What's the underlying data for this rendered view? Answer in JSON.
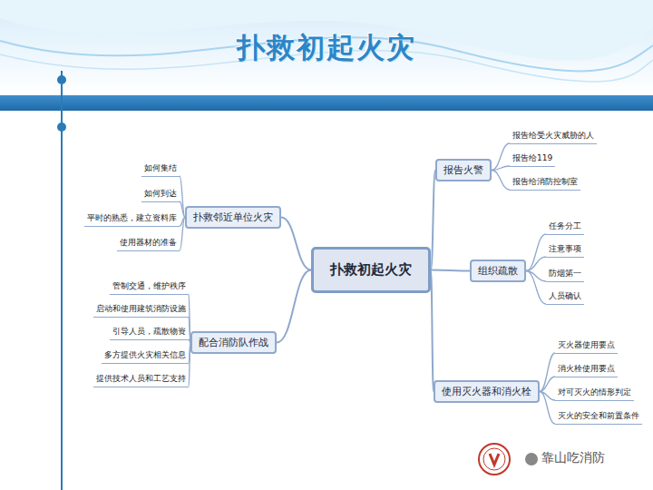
{
  "diagram": {
    "title": "扑救初起火灾",
    "nodes": [
      {
        "text": [
          "扑救初起火灾"
        ]
      },
      {
        "text": [
          "报告火警"
        ]
      },
      {
        "text": [
          "报告给受火灾威胁的人"
        ]
      },
      {
        "text": [
          "报告给119"
        ]
      },
      {
        "text": [
          "报告给消防控制室"
        ]
      },
      {
        "text": [
          "扑救邻近单位火灾"
        ]
      },
      {
        "text": [
          "如何集结"
        ]
      },
      {
        "text": [
          "如何到达"
        ]
      },
      {
        "text": [
          "平时的熟悉，建立资料库"
        ]
      },
      {
        "text": [
          "使用器材的准备"
        ]
      },
      {
        "text": [
          "组织疏散"
        ]
      },
      {
        "text": [
          "任务分工"
        ]
      },
      {
        "text": [
          "注意事项"
        ]
      },
      {
        "text": [
          "防烟第一"
        ]
      },
      {
        "text": [
          "人员确认"
        ]
      },
      {
        "text": [
          "配合消防队作战"
        ]
      },
      {
        "text": [
          "管制交通，维护秩序"
        ]
      },
      {
        "text": [
          "启动和使用建筑消防设施"
        ]
      },
      {
        "text": [
          "引导人员，疏散物资"
        ]
      },
      {
        "text": [
          "多方提供火灾相关信息"
        ]
      },
      {
        "text": [
          "提供技术人员和工艺支持"
        ]
      },
      {
        "text": [
          "使用灭火器和消火栓"
        ]
      },
      {
        "text": [
          "灭火器使用要点"
        ]
      },
      {
        "text": [
          "消火栓使用要点"
        ]
      },
      {
        "text": [
          "对可灭火的情形判定"
        ]
      },
      {
        "text": [
          "灭火的安全和前置条件"
        ]
      }
    ],
    "edges": [
      {
        "from": 0,
        "to": 1,
        "arrow": "none"
      },
      {
        "from": 1,
        "to": 2,
        "arrow": "none"
      },
      {
        "from": 1,
        "to": 3,
        "arrow": "none"
      },
      {
        "from": 1,
        "to": 4,
        "arrow": "none"
      },
      {
        "from": 0,
        "to": 5,
        "arrow": "none"
      },
      {
        "from": 5,
        "to": 6,
        "arrow": "none"
      },
      {
        "from": 5,
        "to": 7,
        "arrow": "none"
      },
      {
        "from": 5,
        "to": 8,
        "arrow": "none"
      },
      {
        "from": 5,
        "to": 9,
        "arrow": "none"
      },
      {
        "from": 0,
        "to": 10,
        "arrow": "none"
      },
      {
        "from": 10,
        "to": 11,
        "arrow": "none"
      },
      {
        "from": 10,
        "to": 12,
        "arrow": "none"
      },
      {
        "from": 10,
        "to": 13,
        "arrow": "none"
      },
      {
        "from": 10,
        "to": 14,
        "arrow": "none"
      },
      {
        "from": 0,
        "to": 15,
        "arrow": "none"
      },
      {
        "from": 15,
        "to": 16,
        "arrow": "none"
      },
      {
        "from": 15,
        "to": 17,
        "arrow": "none"
      },
      {
        "from": 15,
        "to": 18,
        "arrow": "none"
      },
      {
        "from": 15,
        "to": 19,
        "arrow": "none"
      },
      {
        "from": 15,
        "to": 20,
        "arrow": "none"
      },
      {
        "from": 0,
        "to": 21,
        "arrow": "none"
      },
      {
        "from": 21,
        "to": 22,
        "arrow": "none"
      },
      {
        "from": 21,
        "to": 23,
        "arrow": "none"
      },
      {
        "from": 21,
        "to": 24,
        "arrow": "none"
      },
      {
        "from": 21,
        "to": 25,
        "arrow": "none"
      }
    ],
    "labels": [
      "靠山吃消防"
    ]
  }
}
